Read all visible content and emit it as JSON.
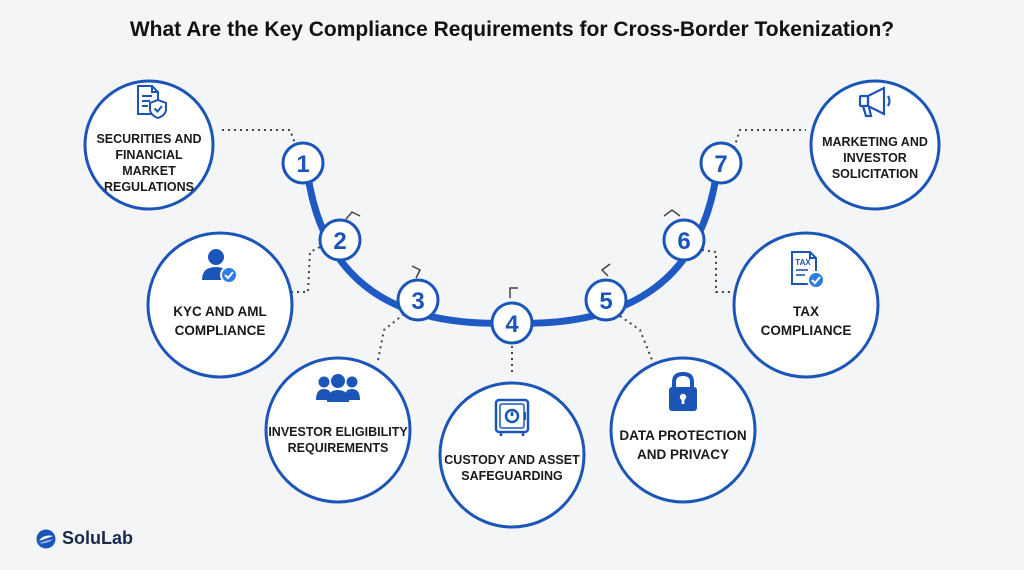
{
  "title": "What Are the Key Compliance Requirements for Cross-Border Tokenization?",
  "colors": {
    "primary": "#1b55b8",
    "arc": "#1e59c4",
    "dots": "#444444"
  },
  "items": [
    {
      "number": "1",
      "label": "SECURITIES AND FINANCIAL MARKET REGULATIONS",
      "icon": "document-shield-icon"
    },
    {
      "number": "2",
      "label": "KYC AND AML COMPLIANCE",
      "icon": "user-check-icon"
    },
    {
      "number": "3",
      "label": "INVESTOR ELIGIBILITY REQUIREMENTS",
      "icon": "group-icon"
    },
    {
      "number": "4",
      "label": "CUSTODY AND ASSET SAFEGUARDING",
      "icon": "vault-icon"
    },
    {
      "number": "5",
      "label": "DATA PROTECTION AND PRIVACY",
      "icon": "padlock-icon"
    },
    {
      "number": "6",
      "label": "TAX COMPLIANCE",
      "icon": "tax-document-icon"
    },
    {
      "number": "7",
      "label": "MARKETING AND INVESTOR SOLICITATION",
      "icon": "megaphone-icon"
    }
  ],
  "logo": {
    "text": "SoluLab",
    "icon": "solulab-logo-icon"
  }
}
